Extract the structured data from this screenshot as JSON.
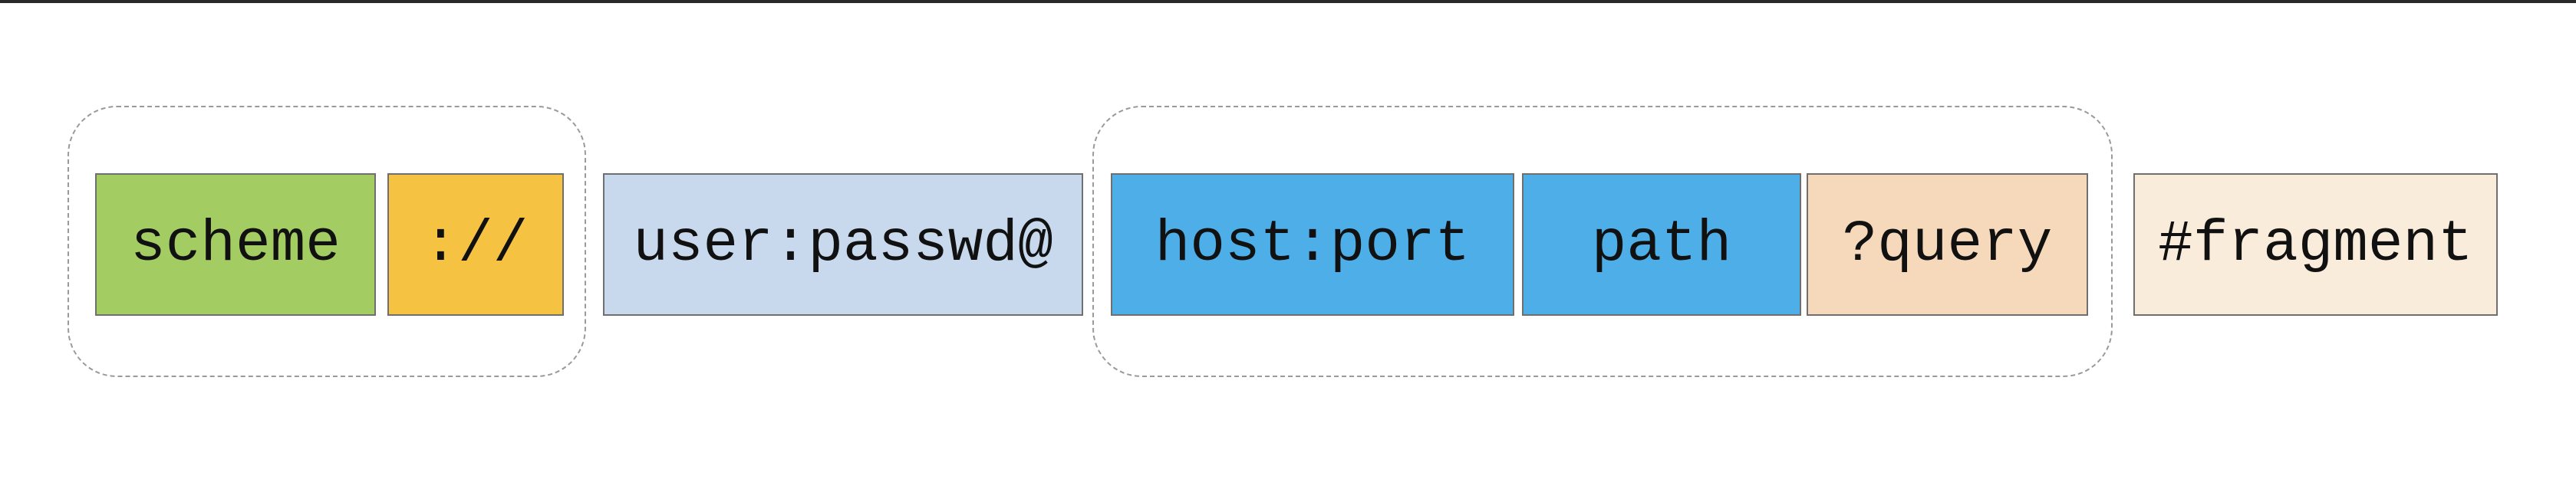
{
  "diagram": {
    "segments": [
      {
        "key": "scheme",
        "label": "scheme",
        "color": "#a3cc63"
      },
      {
        "key": "sep",
        "label": "://",
        "color": "#f5c242"
      },
      {
        "key": "userinfo",
        "label": "user:passwd@",
        "color": "#c8d9ee"
      },
      {
        "key": "host",
        "label": "host:port",
        "color": "#4daee8"
      },
      {
        "key": "path",
        "label": "path",
        "color": "#4daee8"
      },
      {
        "key": "query",
        "label": "?query",
        "color": "#f6d8bb"
      },
      {
        "key": "fragment",
        "label": "#fragment",
        "color": "#faecdb"
      }
    ]
  }
}
